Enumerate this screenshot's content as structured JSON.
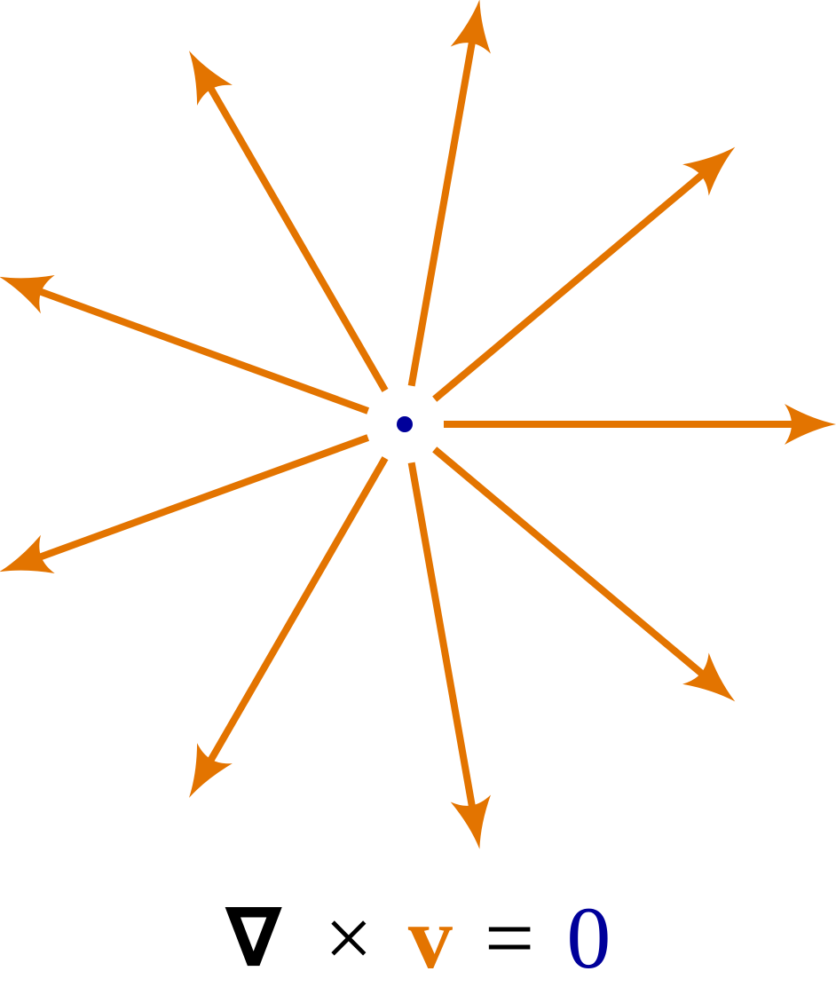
{
  "diagram": {
    "arrow_angles_deg": [
      0,
      40,
      80,
      120,
      160,
      200,
      240,
      280,
      320
    ],
    "colors": {
      "arrow": "#E37400",
      "source_point": "#00009A",
      "operator": "#000000"
    }
  },
  "equation": {
    "nabla": "∇",
    "times": "×",
    "vector": "v",
    "equals": "=",
    "rhs": "0"
  }
}
